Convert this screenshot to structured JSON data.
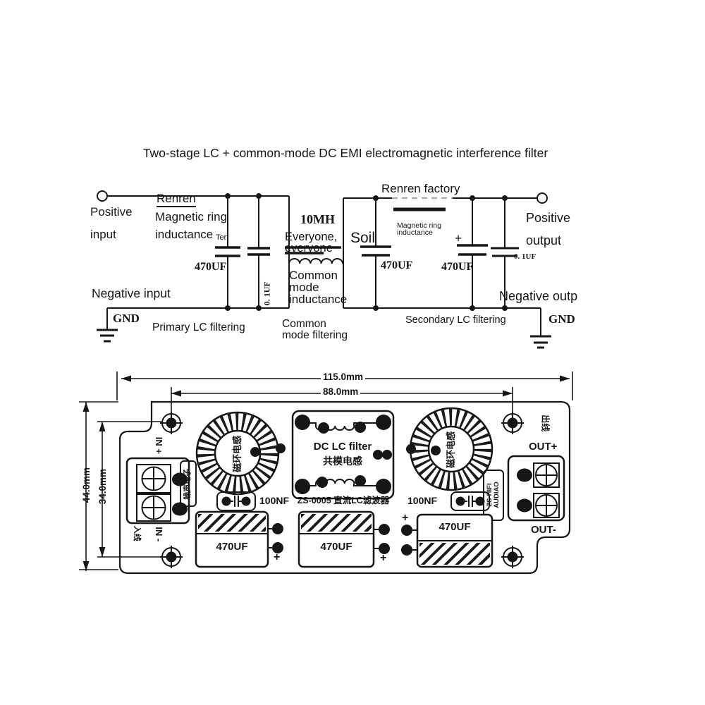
{
  "title": "Two-stage LC + common-mode DC EMI electromagnetic interference filter",
  "colors": {
    "ink": "#161616",
    "background": "#ffffff"
  },
  "schematic": {
    "positive_input_l1": "Positive",
    "positive_input_l2": "input",
    "renren": "Renren",
    "magnetic_ring_l1": "Magnetic ring",
    "magnetic_ring_l2": "inductance",
    "ten": "Ten",
    "cap1_value": "470UF",
    "cap2_value": "0. 1UF",
    "choke_value": "10MH",
    "everyone_l1": "Everyone,",
    "everyone_l2": "everyone",
    "common_mode_l1": "Common",
    "common_mode_l2": "mode",
    "common_mode_l3": "inductance",
    "soil": "Soil",
    "factory": "Renren factory",
    "mr2_l1": "Magnetic ring",
    "mr2_l2": "inductance",
    "cap3_value": "470UF",
    "cap4_plus": "+",
    "cap4_value": "470UF",
    "cap5_value": "0. 1UF",
    "positive_output_l1": "Positive",
    "positive_output_l2": "output",
    "negative_input": "Negative input",
    "negative_output": "Negative outp",
    "gnd_left": "GND",
    "gnd_right": "GND",
    "primary_caption": "Primary LC filtering",
    "cm_filtering_l1": "Common",
    "cm_filtering_l2": "mode filtering",
    "secondary_caption": "Secondary LC filtering"
  },
  "pcb": {
    "dim_width_outer": "115.0mm",
    "dim_width_inner": "88.0mm",
    "dim_height_outer": "44.0mm",
    "dim_height_inner": "34.0mm",
    "in_plus": "IN +",
    "in_minus": "IN -",
    "in_line_cn": "入线",
    "out_plus": "OUT+",
    "out_minus": "OUT-",
    "out_line_cn": "出线",
    "noise_cn": "噪声电子",
    "toroid1_cn": "磁环电感",
    "toroid2_cn": "磁环电感",
    "module_l1": "DC LC filter",
    "module_l2": "共模电感",
    "module_caption": "ZS-0005 直流LC滤波器",
    "cap_small_left": "100NF",
    "cap_small_right": "100NF",
    "brand_l1": "ZS-HIFI",
    "brand_l2": "AUDIAO",
    "cap_a_value": "470UF",
    "cap_a_plus": "+",
    "cap_b_value": "470UF",
    "cap_b_plus": "+",
    "cap_c_value": "470UF",
    "cap_c_plus": "+"
  }
}
